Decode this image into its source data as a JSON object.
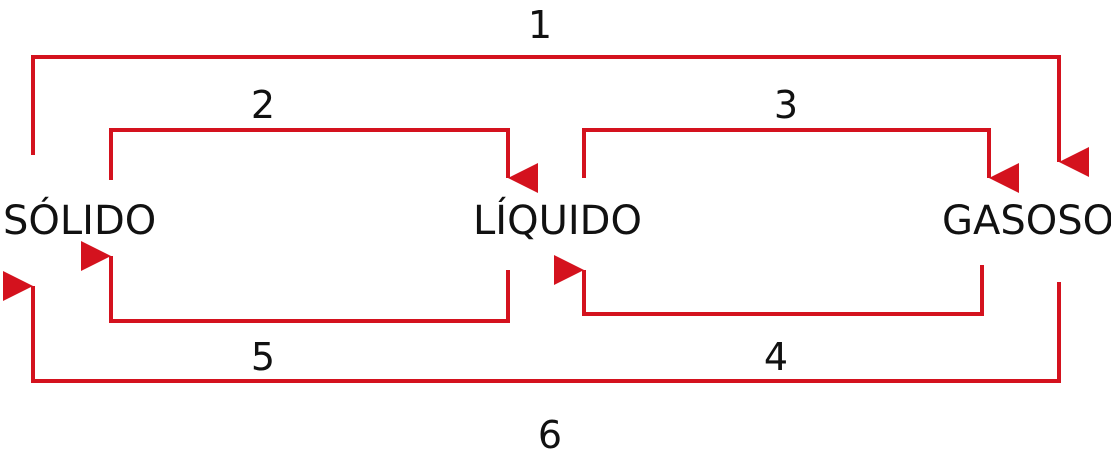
{
  "colors": {
    "arrow": "#d4121e",
    "text": "#111111",
    "background": "#ffffff"
  },
  "states": {
    "solid": "SÓLIDO",
    "liquid": "LÍQUIDO",
    "gas": "GASOSO"
  },
  "transitions": [
    {
      "number": "1",
      "from": "SÓLIDO",
      "to": "GASOSO"
    },
    {
      "number": "2",
      "from": "SÓLIDO",
      "to": "LÍQUIDO"
    },
    {
      "number": "3",
      "from": "LÍQUIDO",
      "to": "GASOSO"
    },
    {
      "number": "4",
      "from": "GASOSO",
      "to": "LÍQUIDO"
    },
    {
      "number": "5",
      "from": "LÍQUIDO",
      "to": "SÓLIDO"
    },
    {
      "number": "6",
      "from": "GASOSO",
      "to": "SÓLIDO"
    }
  ]
}
